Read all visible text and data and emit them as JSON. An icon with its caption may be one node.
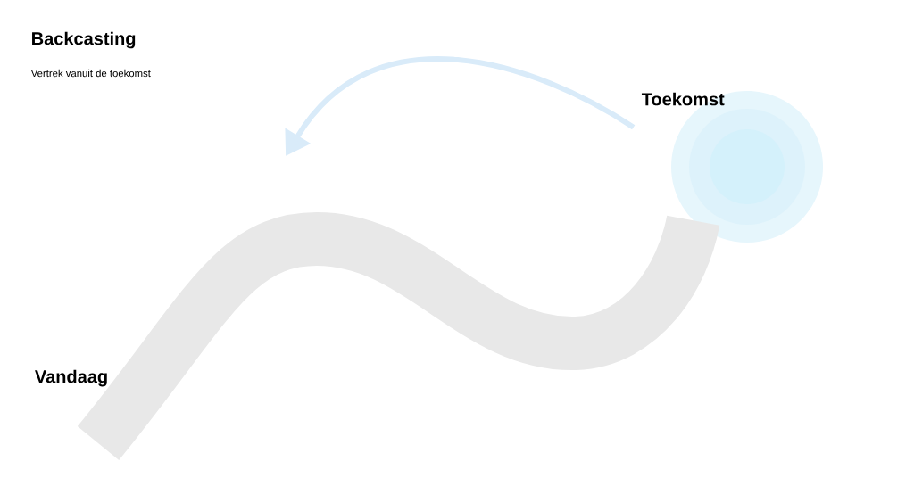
{
  "diagram": {
    "title": "Backcasting",
    "nodes": [
      {
        "text": [
          "Toekomst"
        ]
      },
      {
        "text": [
          "Vandaag"
        ]
      }
    ],
    "edges": [
      {
        "from": 1,
        "to": 0,
        "arrow": "none",
        "style": "thick",
        "color": "#e8e8e8"
      },
      {
        "from": 0,
        "to": null,
        "arrow": "to",
        "color": "#d9ebf9"
      }
    ],
    "labels": [
      "Vertrek vanuit de toekomst"
    ]
  }
}
